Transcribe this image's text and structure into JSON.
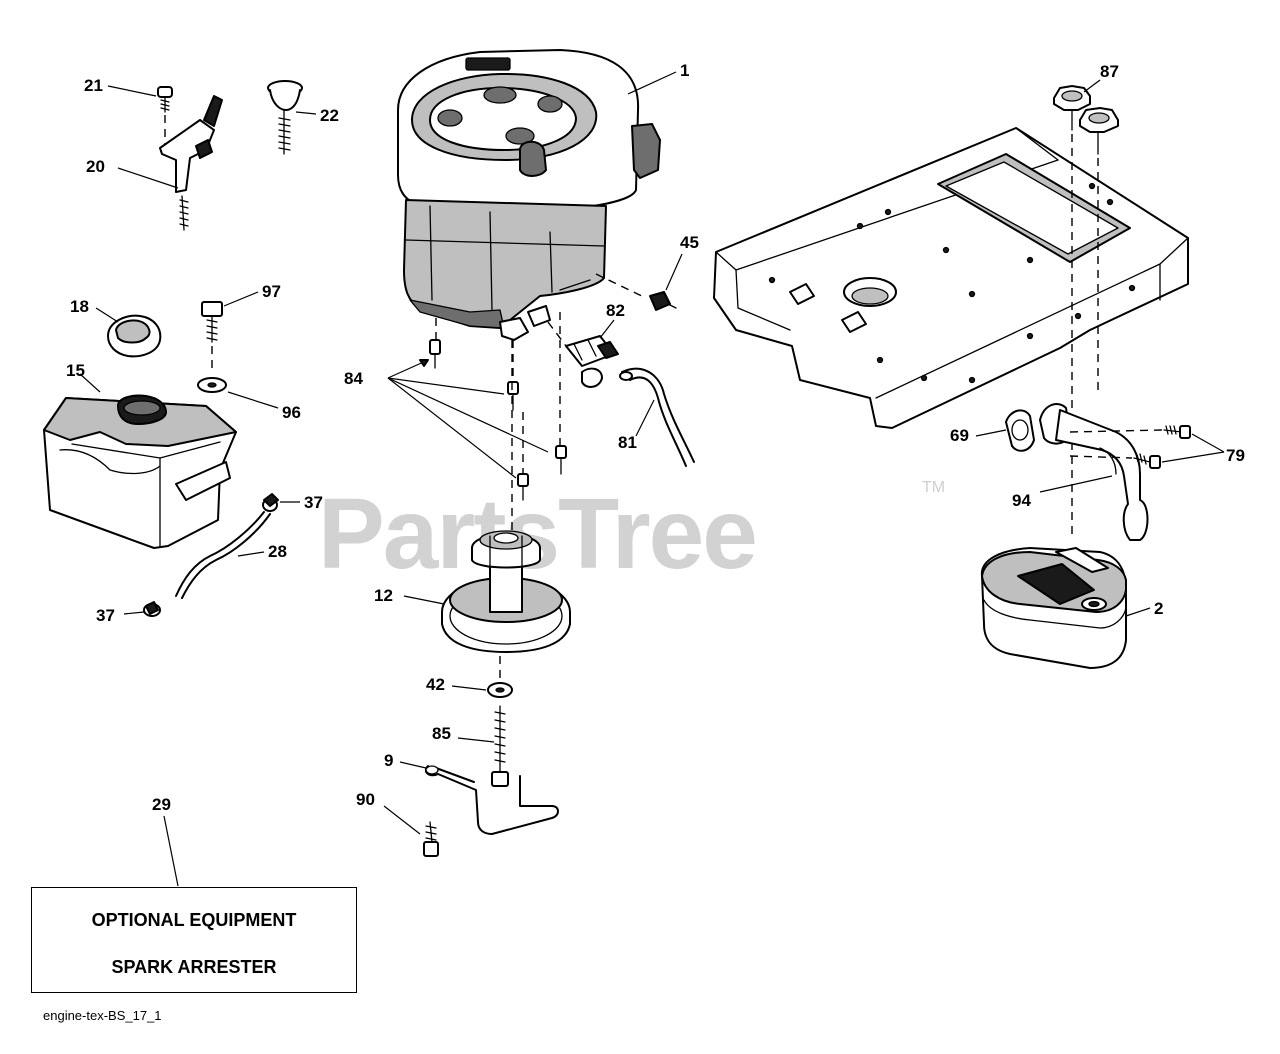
{
  "diagram": {
    "watermark": {
      "text": "PartsTree",
      "trademark": "TM"
    },
    "callouts": {
      "c1": "1",
      "c2": "2",
      "c9": "9",
      "c12": "12",
      "c15": "15",
      "c18": "18",
      "c20": "20",
      "c21": "21",
      "c22": "22",
      "c28": "28",
      "c29": "29",
      "c37a": "37",
      "c37b": "37",
      "c42": "42",
      "c45": "45",
      "c69": "69",
      "c79": "79",
      "c81": "81",
      "c82": "82",
      "c84": "84",
      "c85": "85",
      "c87": "87",
      "c90": "90",
      "c94": "94",
      "c96": "96",
      "c97": "97"
    },
    "note": {
      "line1": "OPTIONAL EQUIPMENT",
      "line2": "SPARK ARRESTER"
    },
    "file_ref": "engine-tex-BS_17_1"
  }
}
